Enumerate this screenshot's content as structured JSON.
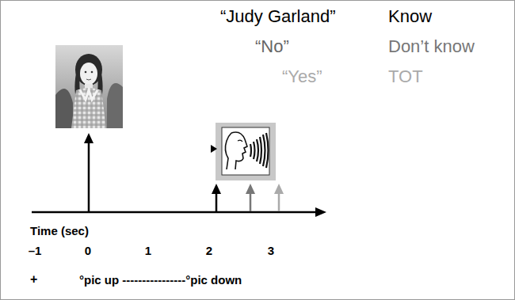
{
  "diagram": {
    "labels": [
      "“Judy Garland”",
      "Know",
      "“No”",
      "Don’t know",
      "“Yes”",
      "TOT",
      "Time (sec)",
      "–1",
      "0",
      "1",
      "2",
      "3",
      "+",
      "°pic up ----------------°pic down"
    ]
  }
}
